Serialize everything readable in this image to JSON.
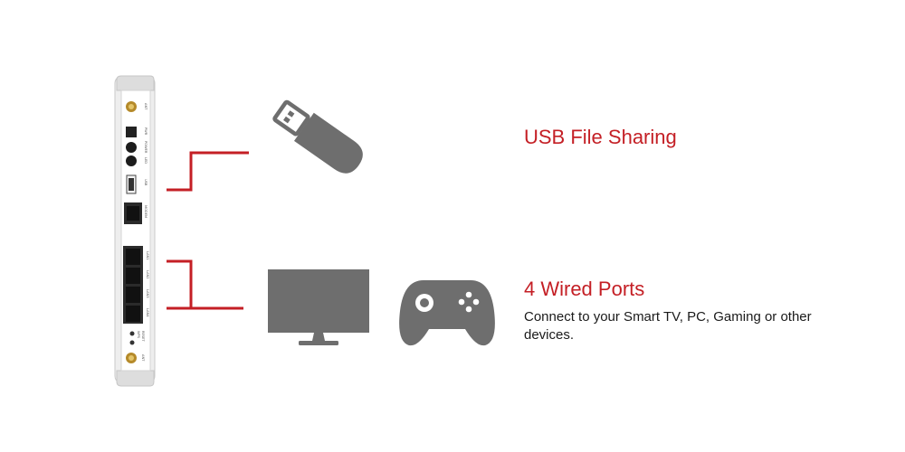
{
  "colors": {
    "accent": "#c41f25",
    "icon_gray": "#6e6e6e",
    "router_body": "#ececec",
    "router_panel": "#ffffff"
  },
  "router": {
    "port_labels": [
      "ANT",
      "PWR",
      "POWER",
      "LED",
      "USB",
      "MODEM",
      "LAN1",
      "LAN2",
      "LAN3",
      "LAN4",
      "WPS",
      "RESET",
      "ANT"
    ]
  },
  "features": {
    "usb": {
      "title": "USB File Sharing",
      "icon": "usb-flash-drive-icon"
    },
    "wired": {
      "title": "4 Wired Ports",
      "description": "Connect to your Smart TV, PC, Gaming or other devices.",
      "icons": [
        "monitor-icon",
        "game-controller-icon"
      ]
    }
  }
}
